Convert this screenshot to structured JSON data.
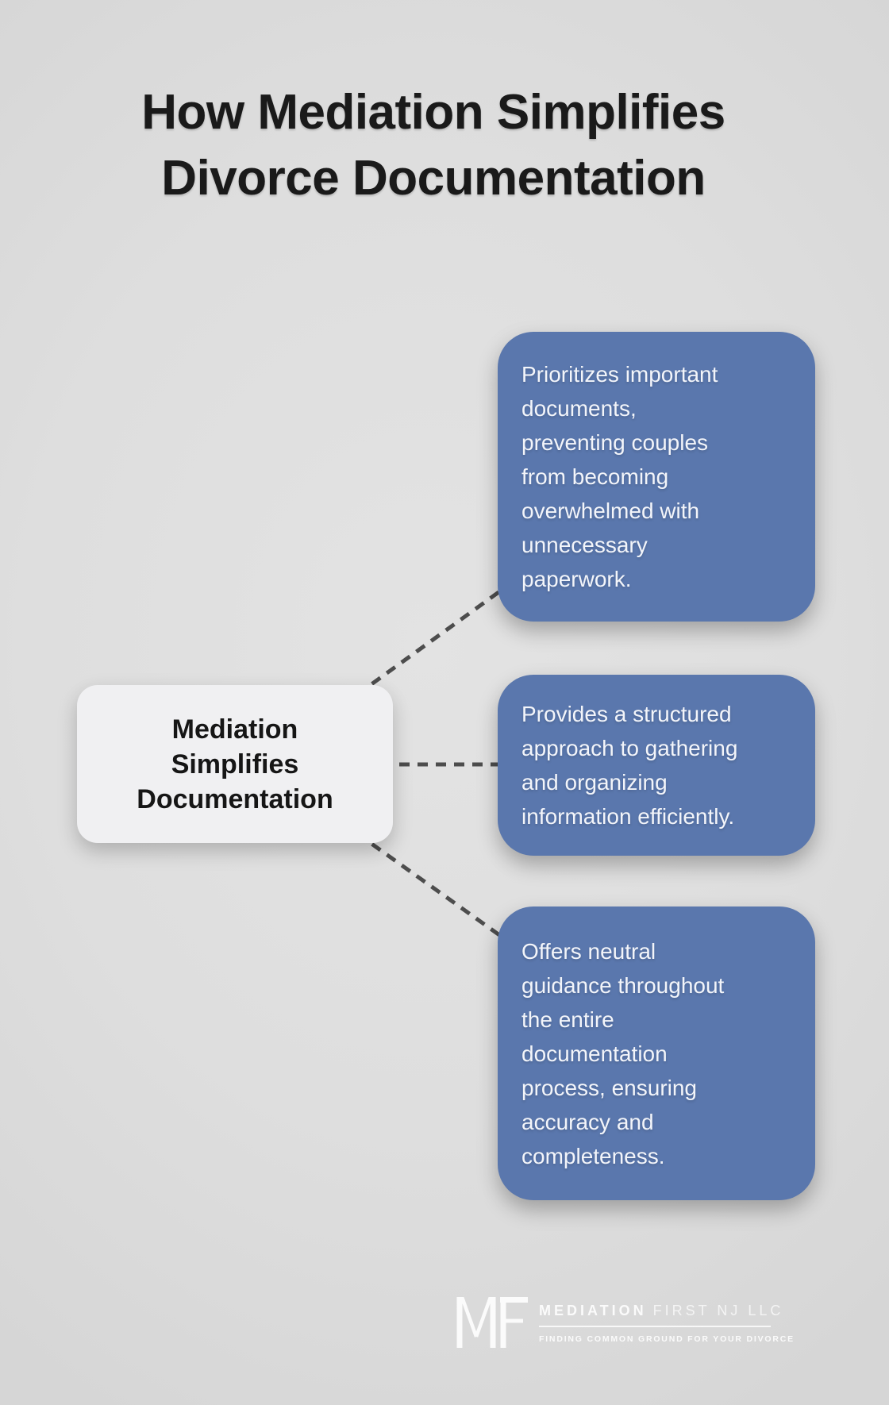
{
  "title": {
    "text": "How Mediation Simplifies Divorce Documentation",
    "lines": [
      "How Mediation Simplifies",
      "Divorce Documentation"
    ]
  },
  "center_node": {
    "label": "Mediation Simplifies Documentation",
    "lines": [
      "Mediation",
      "Simplifies",
      "Documentation"
    ]
  },
  "branches": [
    {
      "label": "Prioritizes important documents, preventing couples from becoming overwhelmed with unnecessary paperwork.",
      "lines": [
        "Prioritizes important",
        "documents,",
        "preventing couples",
        "from becoming",
        "overwhelmed with",
        "unnecessary",
        "paperwork."
      ]
    },
    {
      "label": "Provides a structured approach to gathering and organizing information efficiently.",
      "lines": [
        "Provides a structured",
        "approach to gathering",
        "and organizing",
        "information efficiently."
      ]
    },
    {
      "label": "Offers neutral guidance throughout the entire documentation process, ensuring accuracy and completeness.",
      "lines": [
        "Offers neutral",
        "guidance throughout",
        "the entire",
        "documentation",
        "process, ensuring",
        "accuracy and",
        "completeness."
      ]
    }
  ],
  "logo": {
    "monogram": "MF",
    "brand_bold": "MEDIATION",
    "brand_light": "FIRST NJ LLC",
    "tagline": "FINDING COMMON GROUND FOR YOUR DIVORCE"
  },
  "colors": {
    "page_background": "#dedede",
    "branch_background": "#5a77ad",
    "branch_text": "#f3f5fa",
    "node_background": "#f0f0f2",
    "node_text": "#161616",
    "title_text": "#1a1a1a",
    "connector": "#4d4d4d",
    "logo_text": "#fbfbfb"
  }
}
